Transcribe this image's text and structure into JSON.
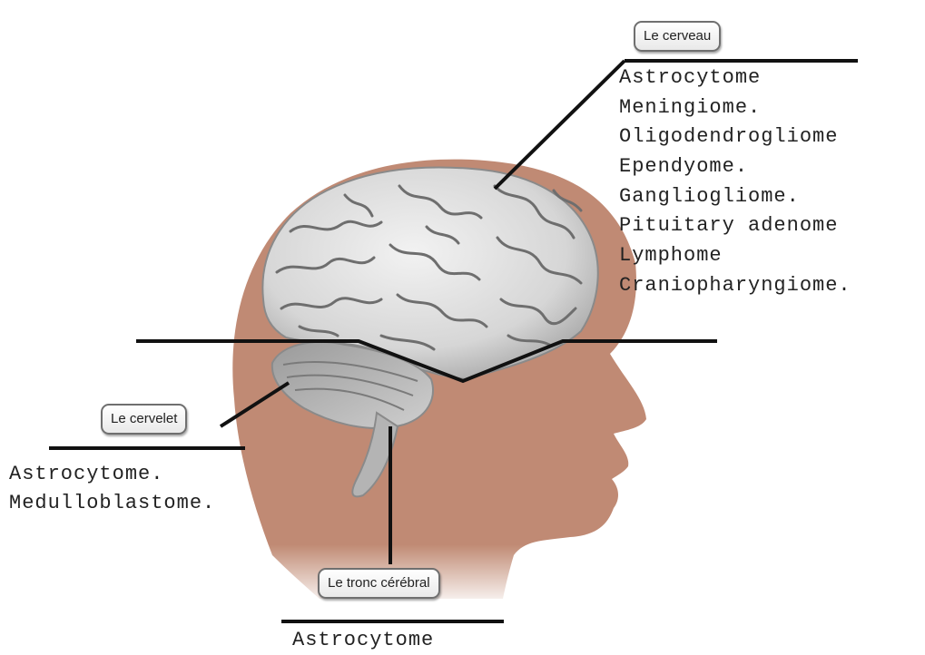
{
  "regions": {
    "cerveau": {
      "label": "Le cerveau",
      "tumors": [
        "Astrocytome",
        "Meningiome.",
        "Oligodendrogliome",
        "Ependyome.",
        "Gangliogliome.",
        "Pituitary adenome",
        "Lymphome",
        "Craniopharyngiome."
      ]
    },
    "cervelet": {
      "label": "Le cervelet",
      "tumors": [
        "Astrocytome.",
        "Medulloblastome."
      ]
    },
    "tronc": {
      "label": "Le tronc cérébral",
      "tumors": [
        "Astrocytome"
      ]
    }
  },
  "colors": {
    "head": "#c08a74",
    "brain": "#dadada",
    "brain_folds": "#6e6e6e",
    "lines": "#111111"
  }
}
